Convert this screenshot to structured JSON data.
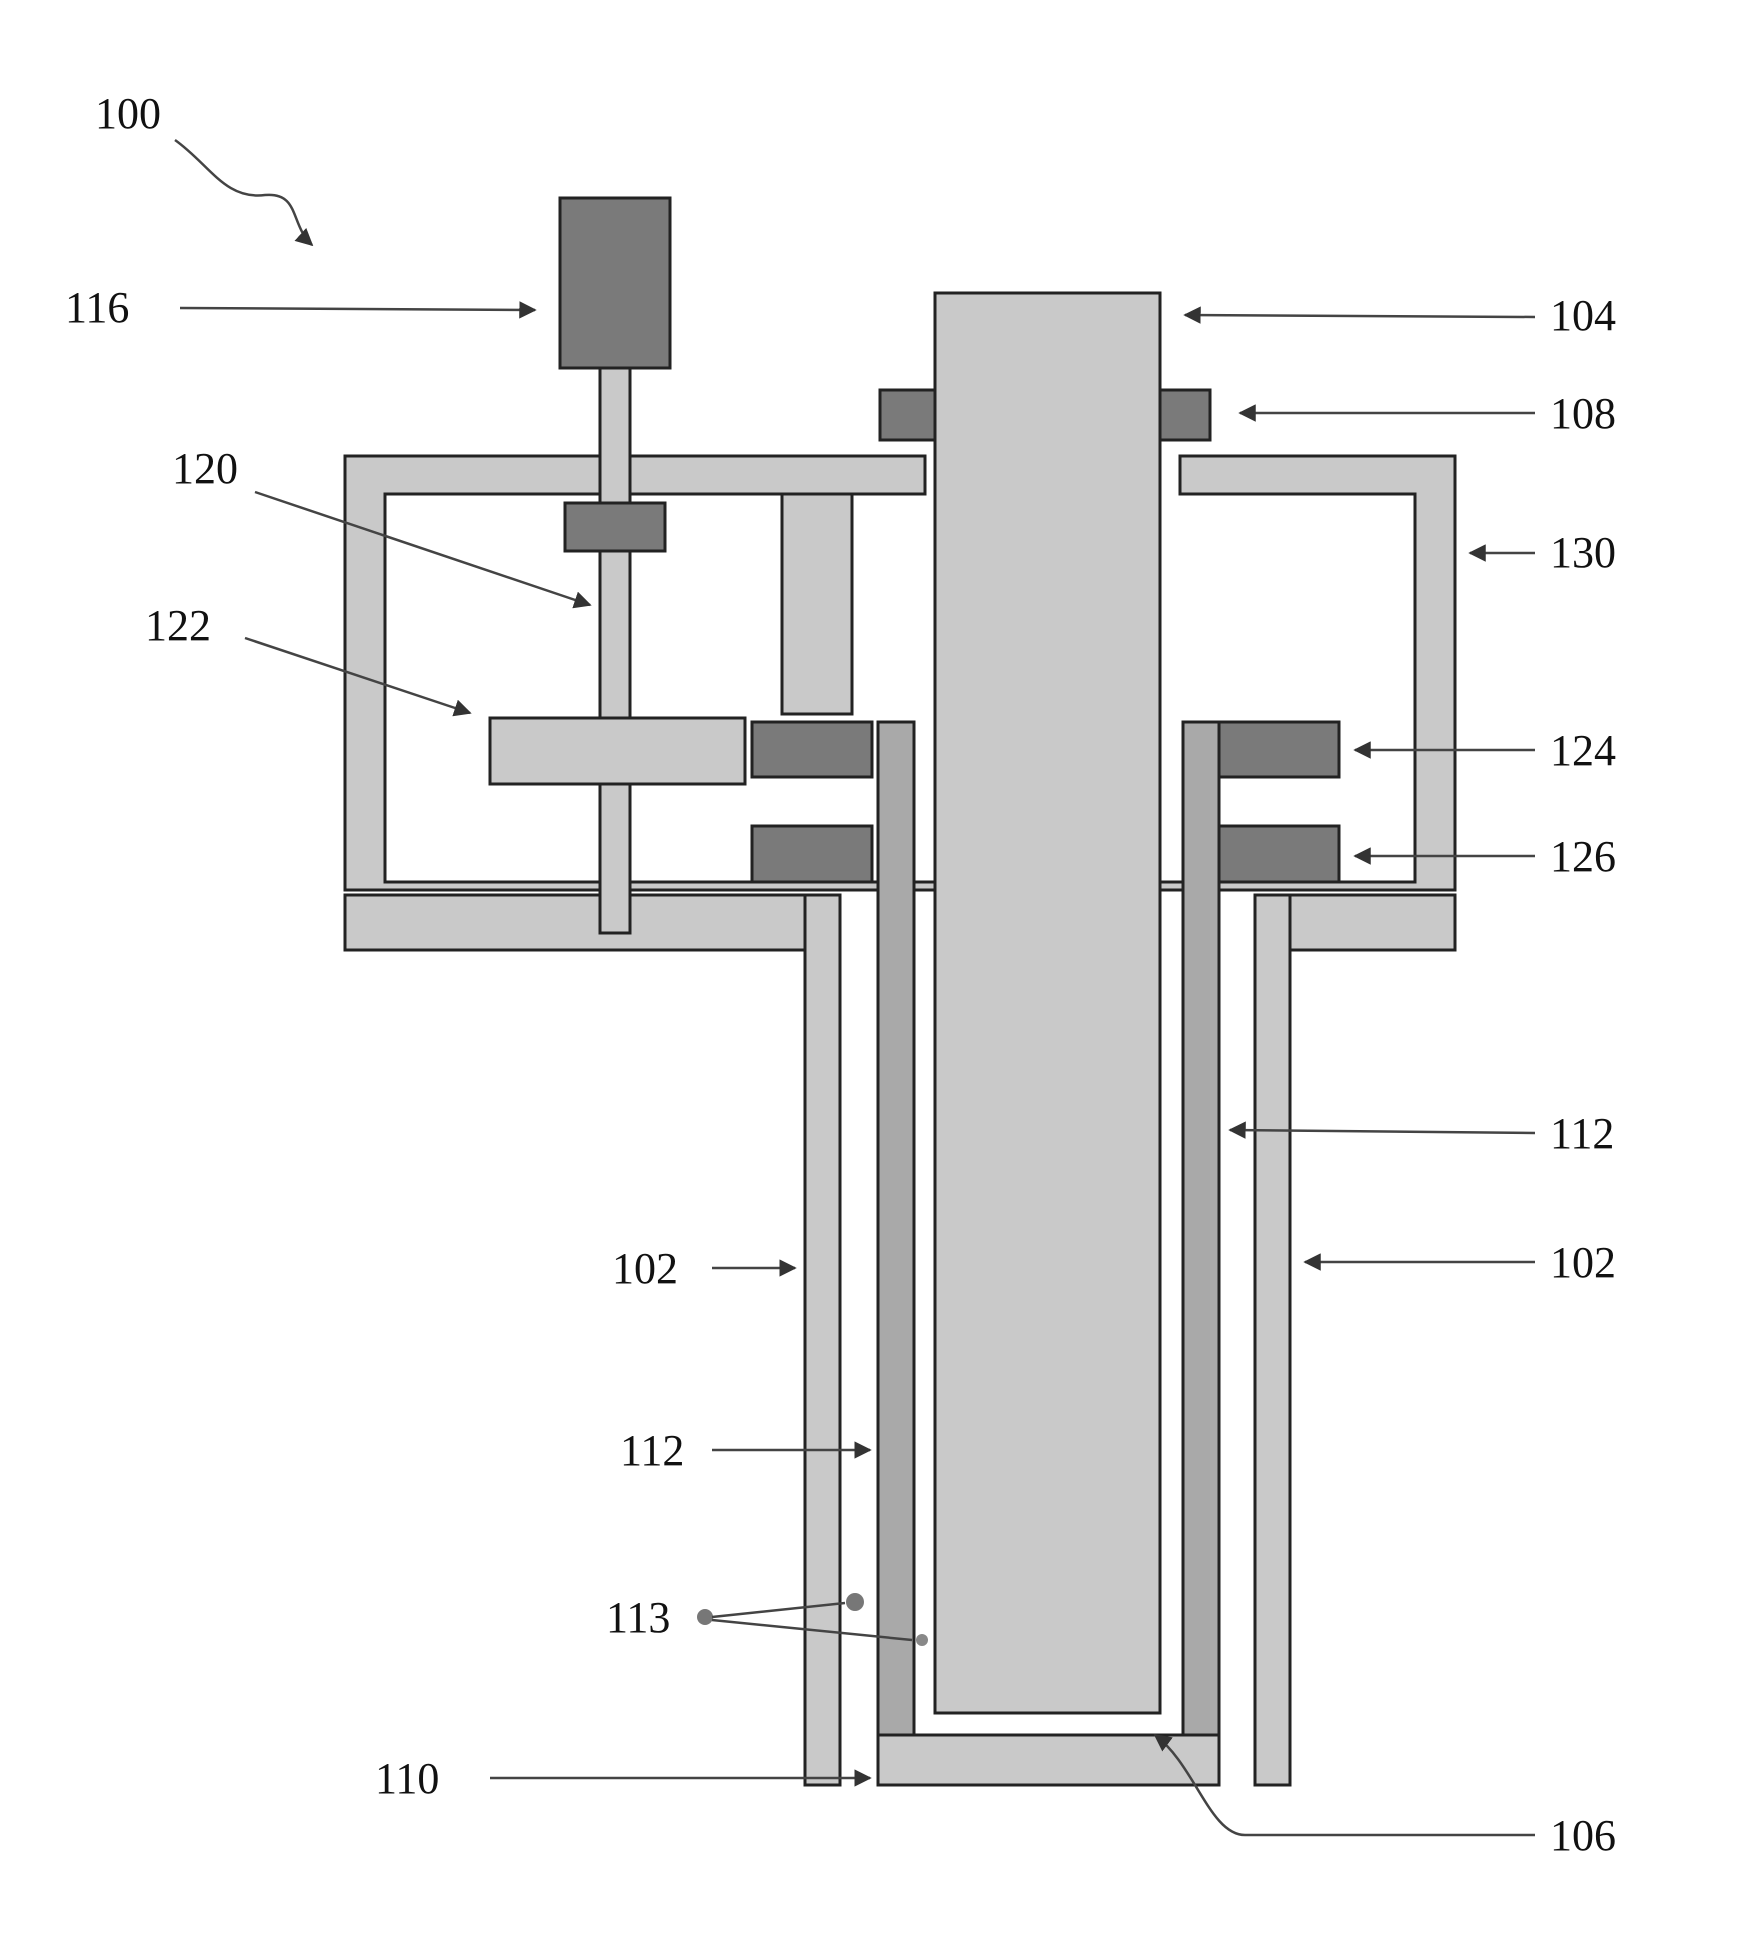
{
  "figure": {
    "ref_number": "100",
    "labels": {
      "motor": "116",
      "rod_top": "104",
      "collar": "108",
      "shaft": "120",
      "plate": "122",
      "housing": "130",
      "upper_ring": "124",
      "lower_ring": "126",
      "inner_sleeve_right": "112",
      "outer_tube_right": "102",
      "outer_tube_left": "102",
      "inner_sleeve_left": "112",
      "particles": "113",
      "gap": "110",
      "rod_bottom": "106"
    }
  },
  "colors": {
    "outline": "#222222",
    "light_fill": "#c9c9c9",
    "mid_fill": "#a9a9a9",
    "dark_fill": "#7a7a7a"
  }
}
